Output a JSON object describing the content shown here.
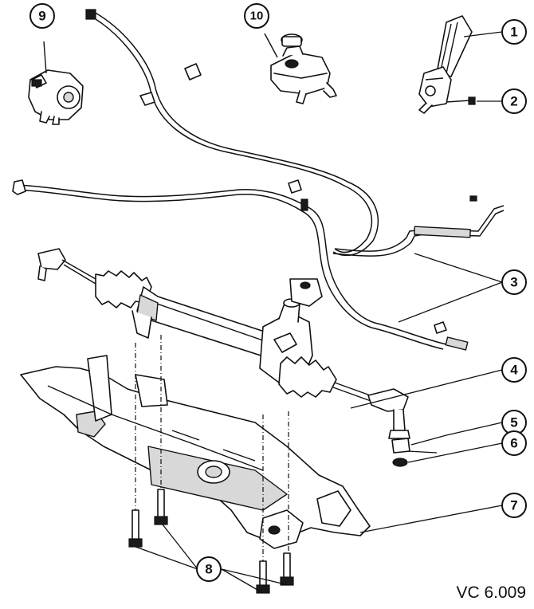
{
  "figure_code": "VC 6.009",
  "callouts": [
    {
      "number": "1"
    },
    {
      "number": "2"
    },
    {
      "number": "3"
    },
    {
      "number": "4"
    },
    {
      "number": "5"
    },
    {
      "number": "6"
    },
    {
      "number": "7"
    },
    {
      "number": "8"
    },
    {
      "number": "9"
    },
    {
      "number": "10"
    }
  ]
}
